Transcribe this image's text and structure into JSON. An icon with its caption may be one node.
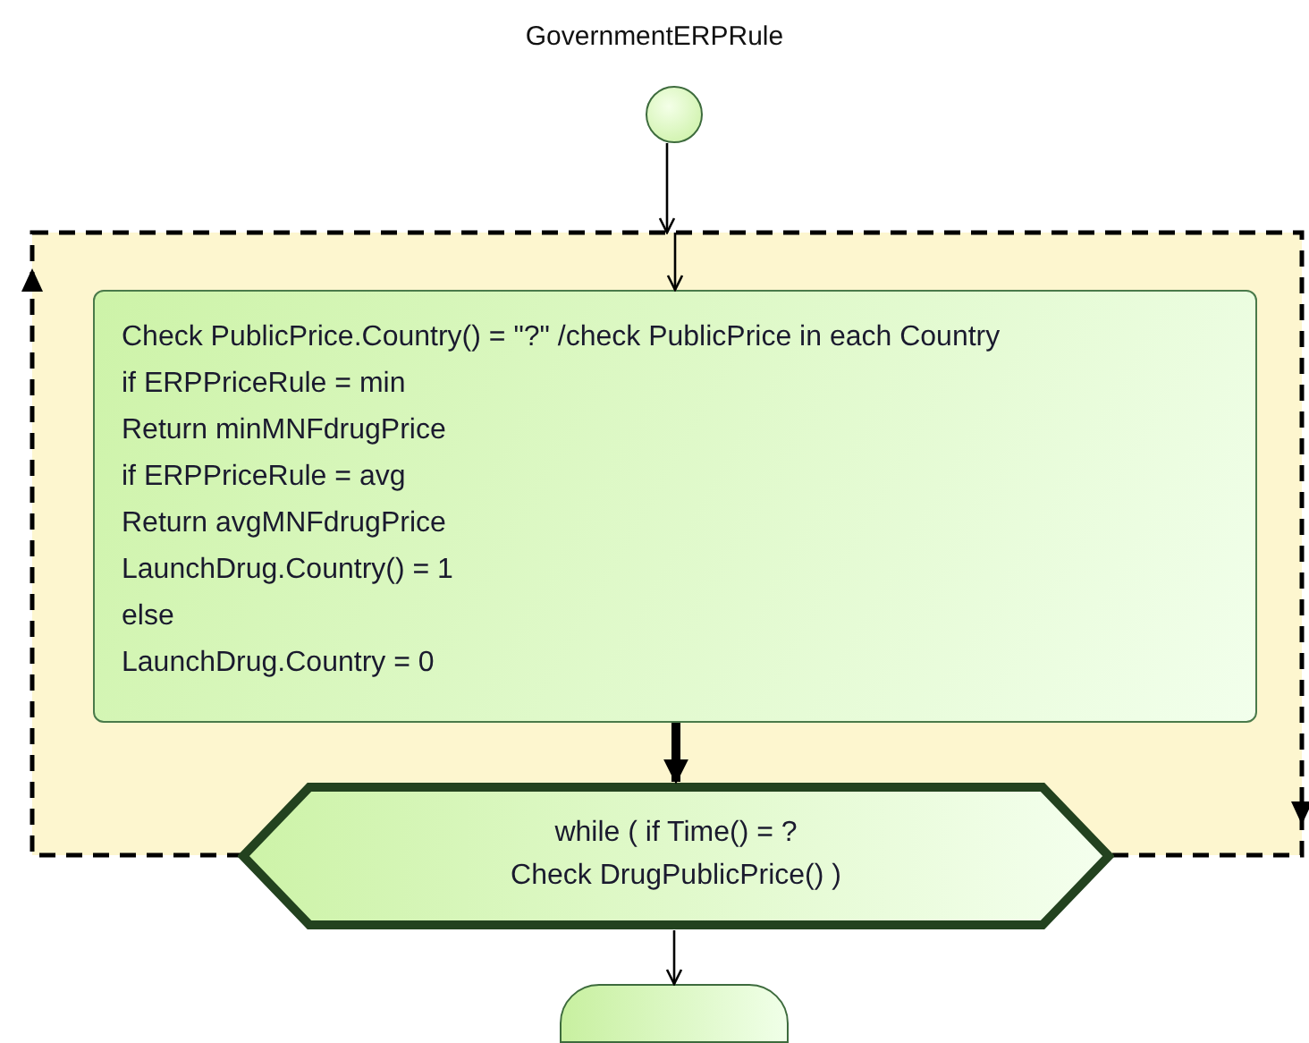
{
  "diagram": {
    "title": "GovernmentERPRule",
    "nodes": [
      {
        "text": [],
        "shape": "circle"
      },
      {
        "text": [],
        "shape": "box"
      },
      {
        "text": [
          "Check PublicPrice.Country() = \"?\" /check PublicPrice in each Country",
          "if ERPPriceRule = min",
          "Return minMNFdrugPrice",
          "if ERPPriceRule = avg",
          "Return avgMNFdrugPrice",
          "LaunchDrug.Country() = 1",
          "else",
          "LaunchDrug.Country = 0"
        ],
        "in": 1
      },
      {
        "text": [
          "while ( if Time() = ?",
          "Check DrugPublicPrice()  )"
        ]
      },
      {
        "text": [],
        "shape": "box"
      }
    ],
    "edges": [
      {
        "from": 0,
        "to": 1,
        "arrow": "to"
      },
      {
        "from": 1,
        "to": 2,
        "arrow": "to"
      },
      {
        "from": 2,
        "to": 3,
        "arrow": "to",
        "style": "thick"
      },
      {
        "from": 3,
        "to": 4,
        "arrow": "to"
      }
    ]
  }
}
